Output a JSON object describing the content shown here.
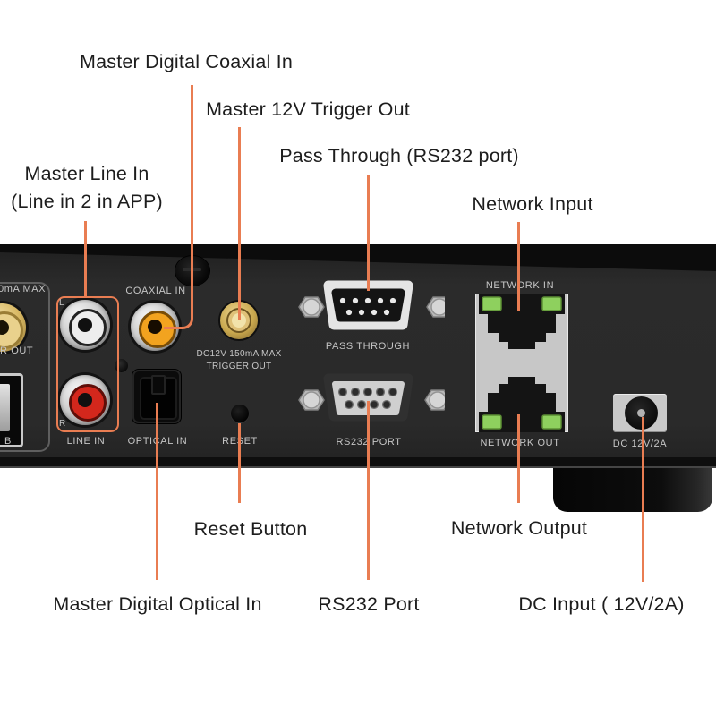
{
  "accent": "#E97D52",
  "background": "#ffffff",
  "callouts": {
    "coaxial": {
      "label": "Master Digital Coaxial In"
    },
    "trigger": {
      "label": "Master 12V Trigger Out"
    },
    "pass_through": {
      "label": "Pass Through (RS232 port)"
    },
    "network_input": {
      "label": "Network Input"
    },
    "line_in": {
      "label_line1": "Master Line In",
      "label_line2": "(Line in 2 in APP)"
    },
    "reset": {
      "label": "Reset Button"
    },
    "network_output": {
      "label": "Network Output"
    },
    "optical": {
      "label": "Master Digital Optical In"
    },
    "rs232": {
      "label": "RS232 Port"
    },
    "dc_input": {
      "label": "DC Input ( 12V/2A)"
    }
  },
  "panel_prints": {
    "partial_ma_max": "0mA MAX",
    "partial_r_out": "R OUT",
    "partial_b": "B",
    "channel_l": "L",
    "channel_r": "R",
    "line_in": "LINE IN",
    "coaxial_in": "COAXIAL IN",
    "optical_in": "OPTICAL IN",
    "reset": "RESET",
    "trigger_line1": "DC12V 150mA MAX",
    "trigger_line2": "TRIGGER OUT",
    "pass_through": "PASS THROUGH",
    "rs232_port": "RS232 PORT",
    "network_in": "NETWORK IN",
    "network_out": "NETWORK OUT",
    "dc": "DC 12V/2A"
  },
  "status_colors": {
    "led_green": "#8ed05e",
    "rca_red": "#d3271c",
    "rca_white": "#ededed",
    "coax_amber": "#f2a31f"
  }
}
